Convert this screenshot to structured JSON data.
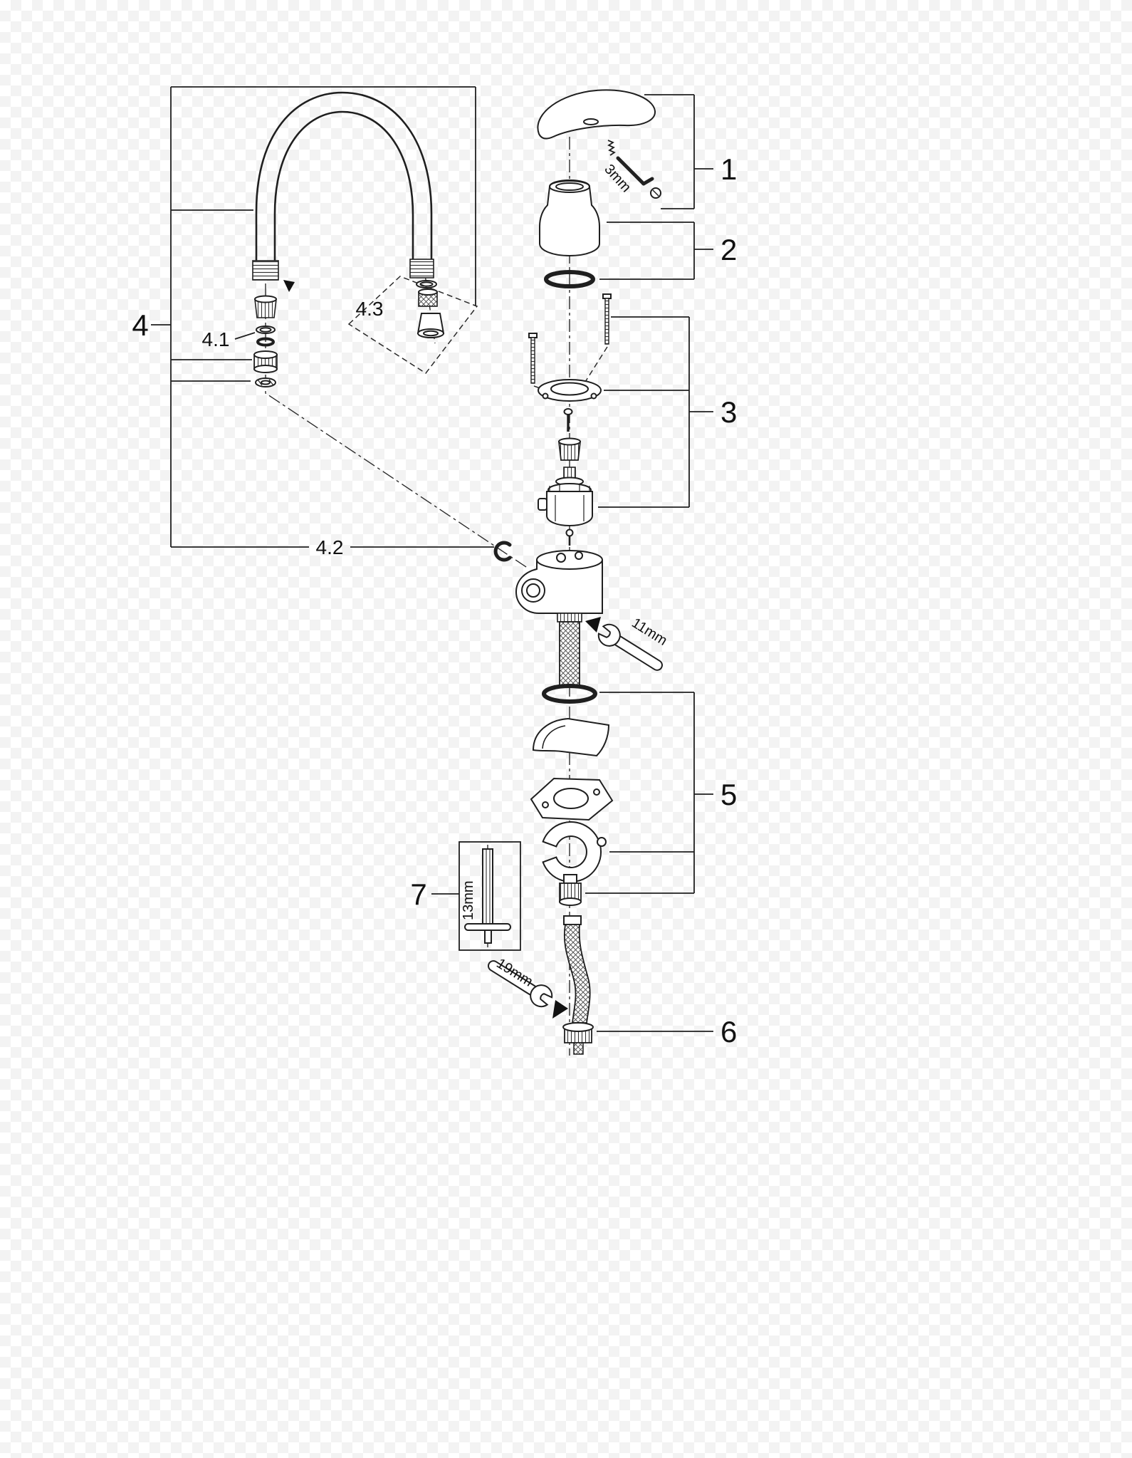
{
  "diagram": {
    "background": "#ffffff",
    "line_color": "#1f1f1f",
    "callouts": {
      "part1": "1",
      "part2": "2",
      "part3": "3",
      "part4": "4",
      "part4_1": "4.1",
      "part4_2": "4.2",
      "part4_3": "4.3",
      "part5": "5",
      "part6": "6",
      "part7": "7"
    },
    "tools": {
      "hex_key": "3mm",
      "wrench_cartridge": "11mm",
      "socket_key": "13mm",
      "wrench_hose": "19mm"
    }
  }
}
